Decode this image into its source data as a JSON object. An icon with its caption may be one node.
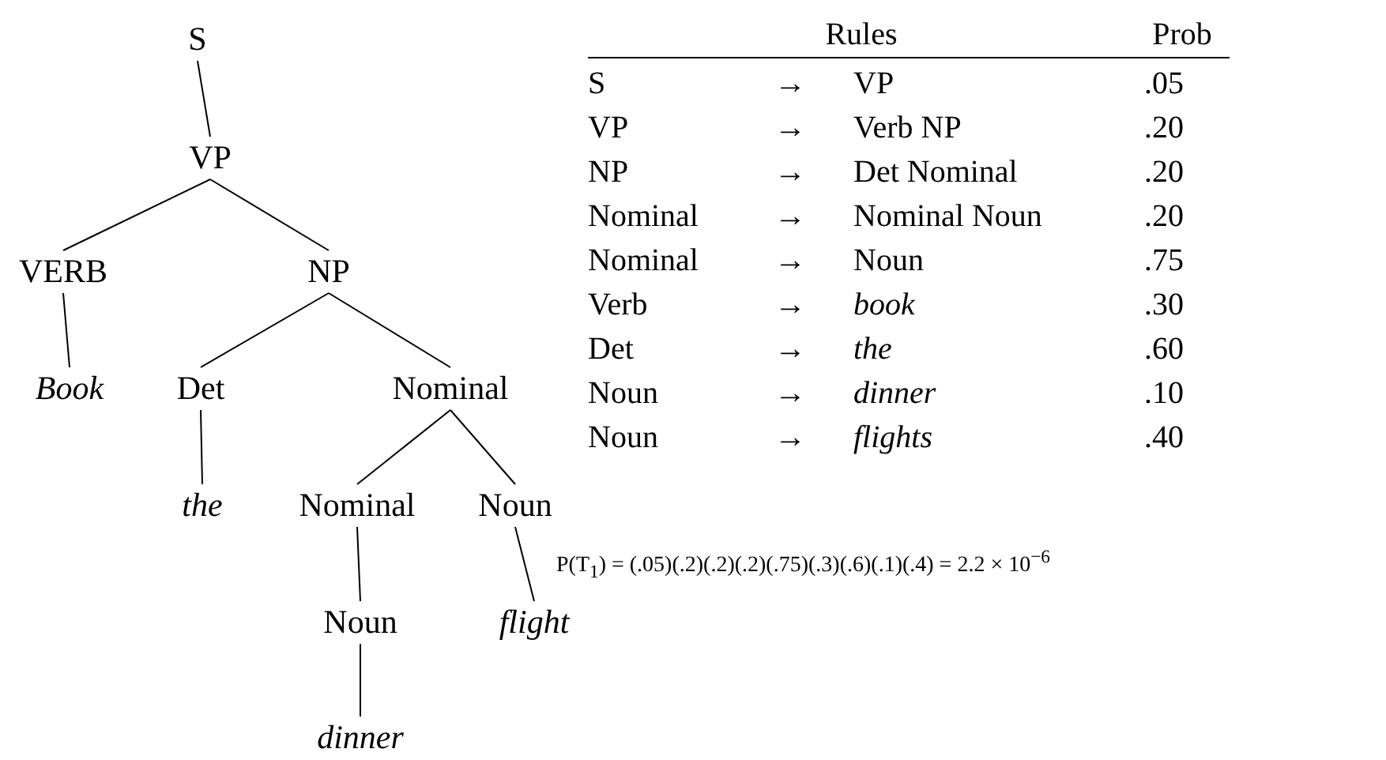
{
  "diagram": {
    "nodes": [
      {
        "text": [
          "S"
        ]
      },
      {
        "text": [
          "VP"
        ]
      },
      {
        "text": [
          "VERB"
        ]
      },
      {
        "text": [
          "NP"
        ]
      },
      {
        "text": [
          "Book"
        ]
      },
      {
        "text": [
          "Det"
        ]
      },
      {
        "text": [
          "Nominal"
        ]
      },
      {
        "text": [
          "the"
        ]
      },
      {
        "text": [
          "Nominal"
        ]
      },
      {
        "text": [
          "Noun"
        ]
      },
      {
        "text": [
          "Noun"
        ]
      },
      {
        "text": [
          "flight"
        ]
      },
      {
        "text": [
          "dinner"
        ]
      }
    ],
    "edges": [
      {
        "from": 0,
        "to": 1,
        "arrow": "none"
      },
      {
        "from": 1,
        "to": 2,
        "arrow": "none"
      },
      {
        "from": 1,
        "to": 3,
        "arrow": "none"
      },
      {
        "from": 2,
        "to": 4,
        "arrow": "none"
      },
      {
        "from": 3,
        "to": 5,
        "arrow": "none"
      },
      {
        "from": 3,
        "to": 6,
        "arrow": "none"
      },
      {
        "from": 5,
        "to": 7,
        "arrow": "none"
      },
      {
        "from": 6,
        "to": 8,
        "arrow": "none"
      },
      {
        "from": 6,
        "to": 9,
        "arrow": "none"
      },
      {
        "from": 8,
        "to": 10,
        "arrow": "none"
      },
      {
        "from": 9,
        "to": 11,
        "arrow": "none"
      },
      {
        "from": 10,
        "to": 12,
        "arrow": "none"
      }
    ],
    "labels": [
      "Rules",
      "Prob",
      "S",
      "→",
      "VP",
      ".05",
      "VP",
      "→",
      "Verb NP",
      ".20",
      "NP",
      "→",
      "Det Nominal",
      ".20",
      "Nominal",
      "→",
      "Nominal Noun",
      ".20",
      "Nominal",
      "→",
      "Noun",
      ".75",
      "Verb",
      "→",
      "book",
      ".30",
      "Det",
      "→",
      "the",
      ".60",
      "Noun",
      "→",
      "dinner",
      ".10",
      "Noun",
      "→",
      "flights",
      ".40",
      "P(T$_{1}$) = (.05)(.2)(.2)(.2)(.75)(.3)(.6)(.1)(.4) = 2.2 × 10$^{−6}$"
    ]
  }
}
